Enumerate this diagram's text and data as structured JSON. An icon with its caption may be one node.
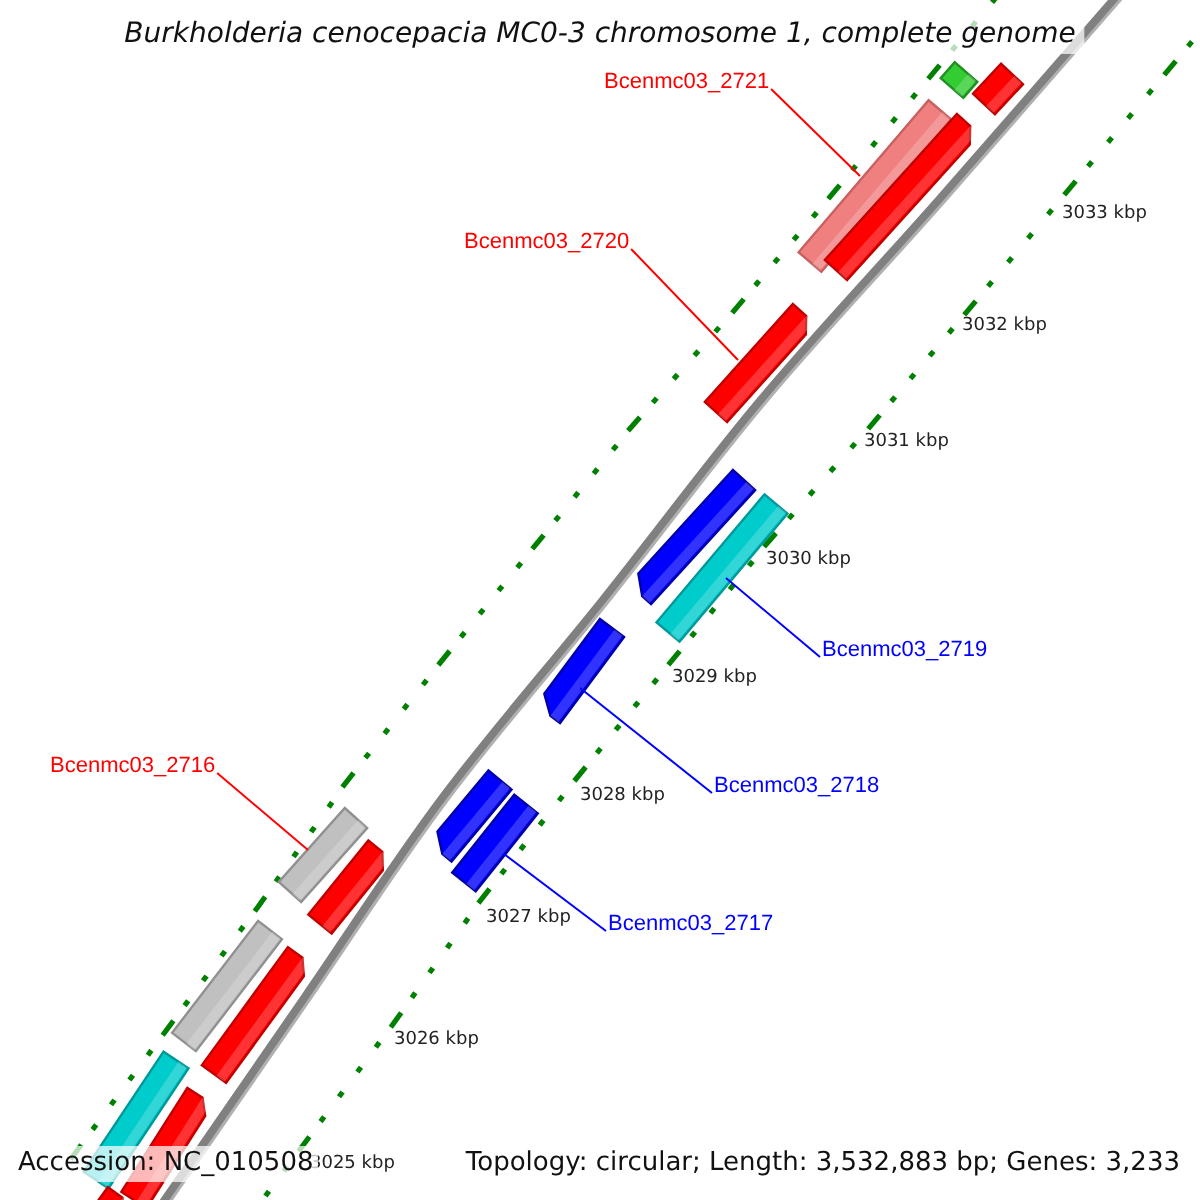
{
  "diagram": {
    "title": "Burkholderia cenocepacia MC0-3 chromosome 1, complete genome",
    "nodes": [
      {
        "text": [
          "Bcenmc03_2721"
        ]
      },
      {
        "text": [
          "Bcenmc03_2720"
        ]
      },
      {
        "text": [
          "Bcenmc03_2719"
        ]
      },
      {
        "text": [
          "Bcenmc03_2718"
        ]
      },
      {
        "text": [
          "Bcenmc03_2716"
        ]
      },
      {
        "text": [
          "Bcenmc03_2717"
        ]
      },
      {
        "text": [],
        "shape": "bar"
      },
      {
        "text": [],
        "shape": "bar"
      },
      {
        "text": [],
        "shape": "bar"
      },
      {
        "text": [],
        "shape": "bar"
      },
      {
        "text": [],
        "shape": "bar"
      },
      {
        "text": [],
        "shape": "bar"
      },
      {
        "text": [],
        "shape": "bar"
      },
      {
        "text": [],
        "shape": "bar"
      },
      {
        "text": [],
        "shape": "bar"
      },
      {
        "text": [],
        "shape": "bar"
      },
      {
        "text": [],
        "shape": "bar"
      },
      {
        "text": [],
        "shape": "bar"
      },
      {
        "text": [],
        "shape": "bar"
      },
      {
        "text": [],
        "shape": "bar"
      },
      {
        "text": [],
        "shape": "bar"
      },
      {
        "text": [],
        "shape": "bar"
      },
      {
        "text": [],
        "shape": "bar"
      }
    ],
    "edges": [
      {
        "from": 0,
        "to": 8,
        "arrow": "none",
        "color": "#ff0000"
      },
      {
        "from": 1,
        "to": 10,
        "arrow": "none",
        "color": "#ff0000"
      },
      {
        "from": 2,
        "to": 12,
        "arrow": "none",
        "color": "#0000ff"
      },
      {
        "from": 3,
        "to": 13,
        "arrow": "none",
        "color": "#0000ff"
      },
      {
        "from": 4,
        "to": 16,
        "arrow": "none",
        "color": "#ff0000"
      },
      {
        "from": 5,
        "to": 15,
        "arrow": "none",
        "color": "#0000ff"
      }
    ],
    "labels": [
      "3033 kbp",
      "3032 kbp",
      "3031 kbp",
      "3030 kbp",
      "3029 kbp",
      "3028 kbp",
      "3027 kbp",
      "3026 kbp",
      "3025 kbp",
      "Accession: NC_010508",
      "Topology: circular; Length: 3,532,883 bp; Genes: 3,233"
    ]
  }
}
